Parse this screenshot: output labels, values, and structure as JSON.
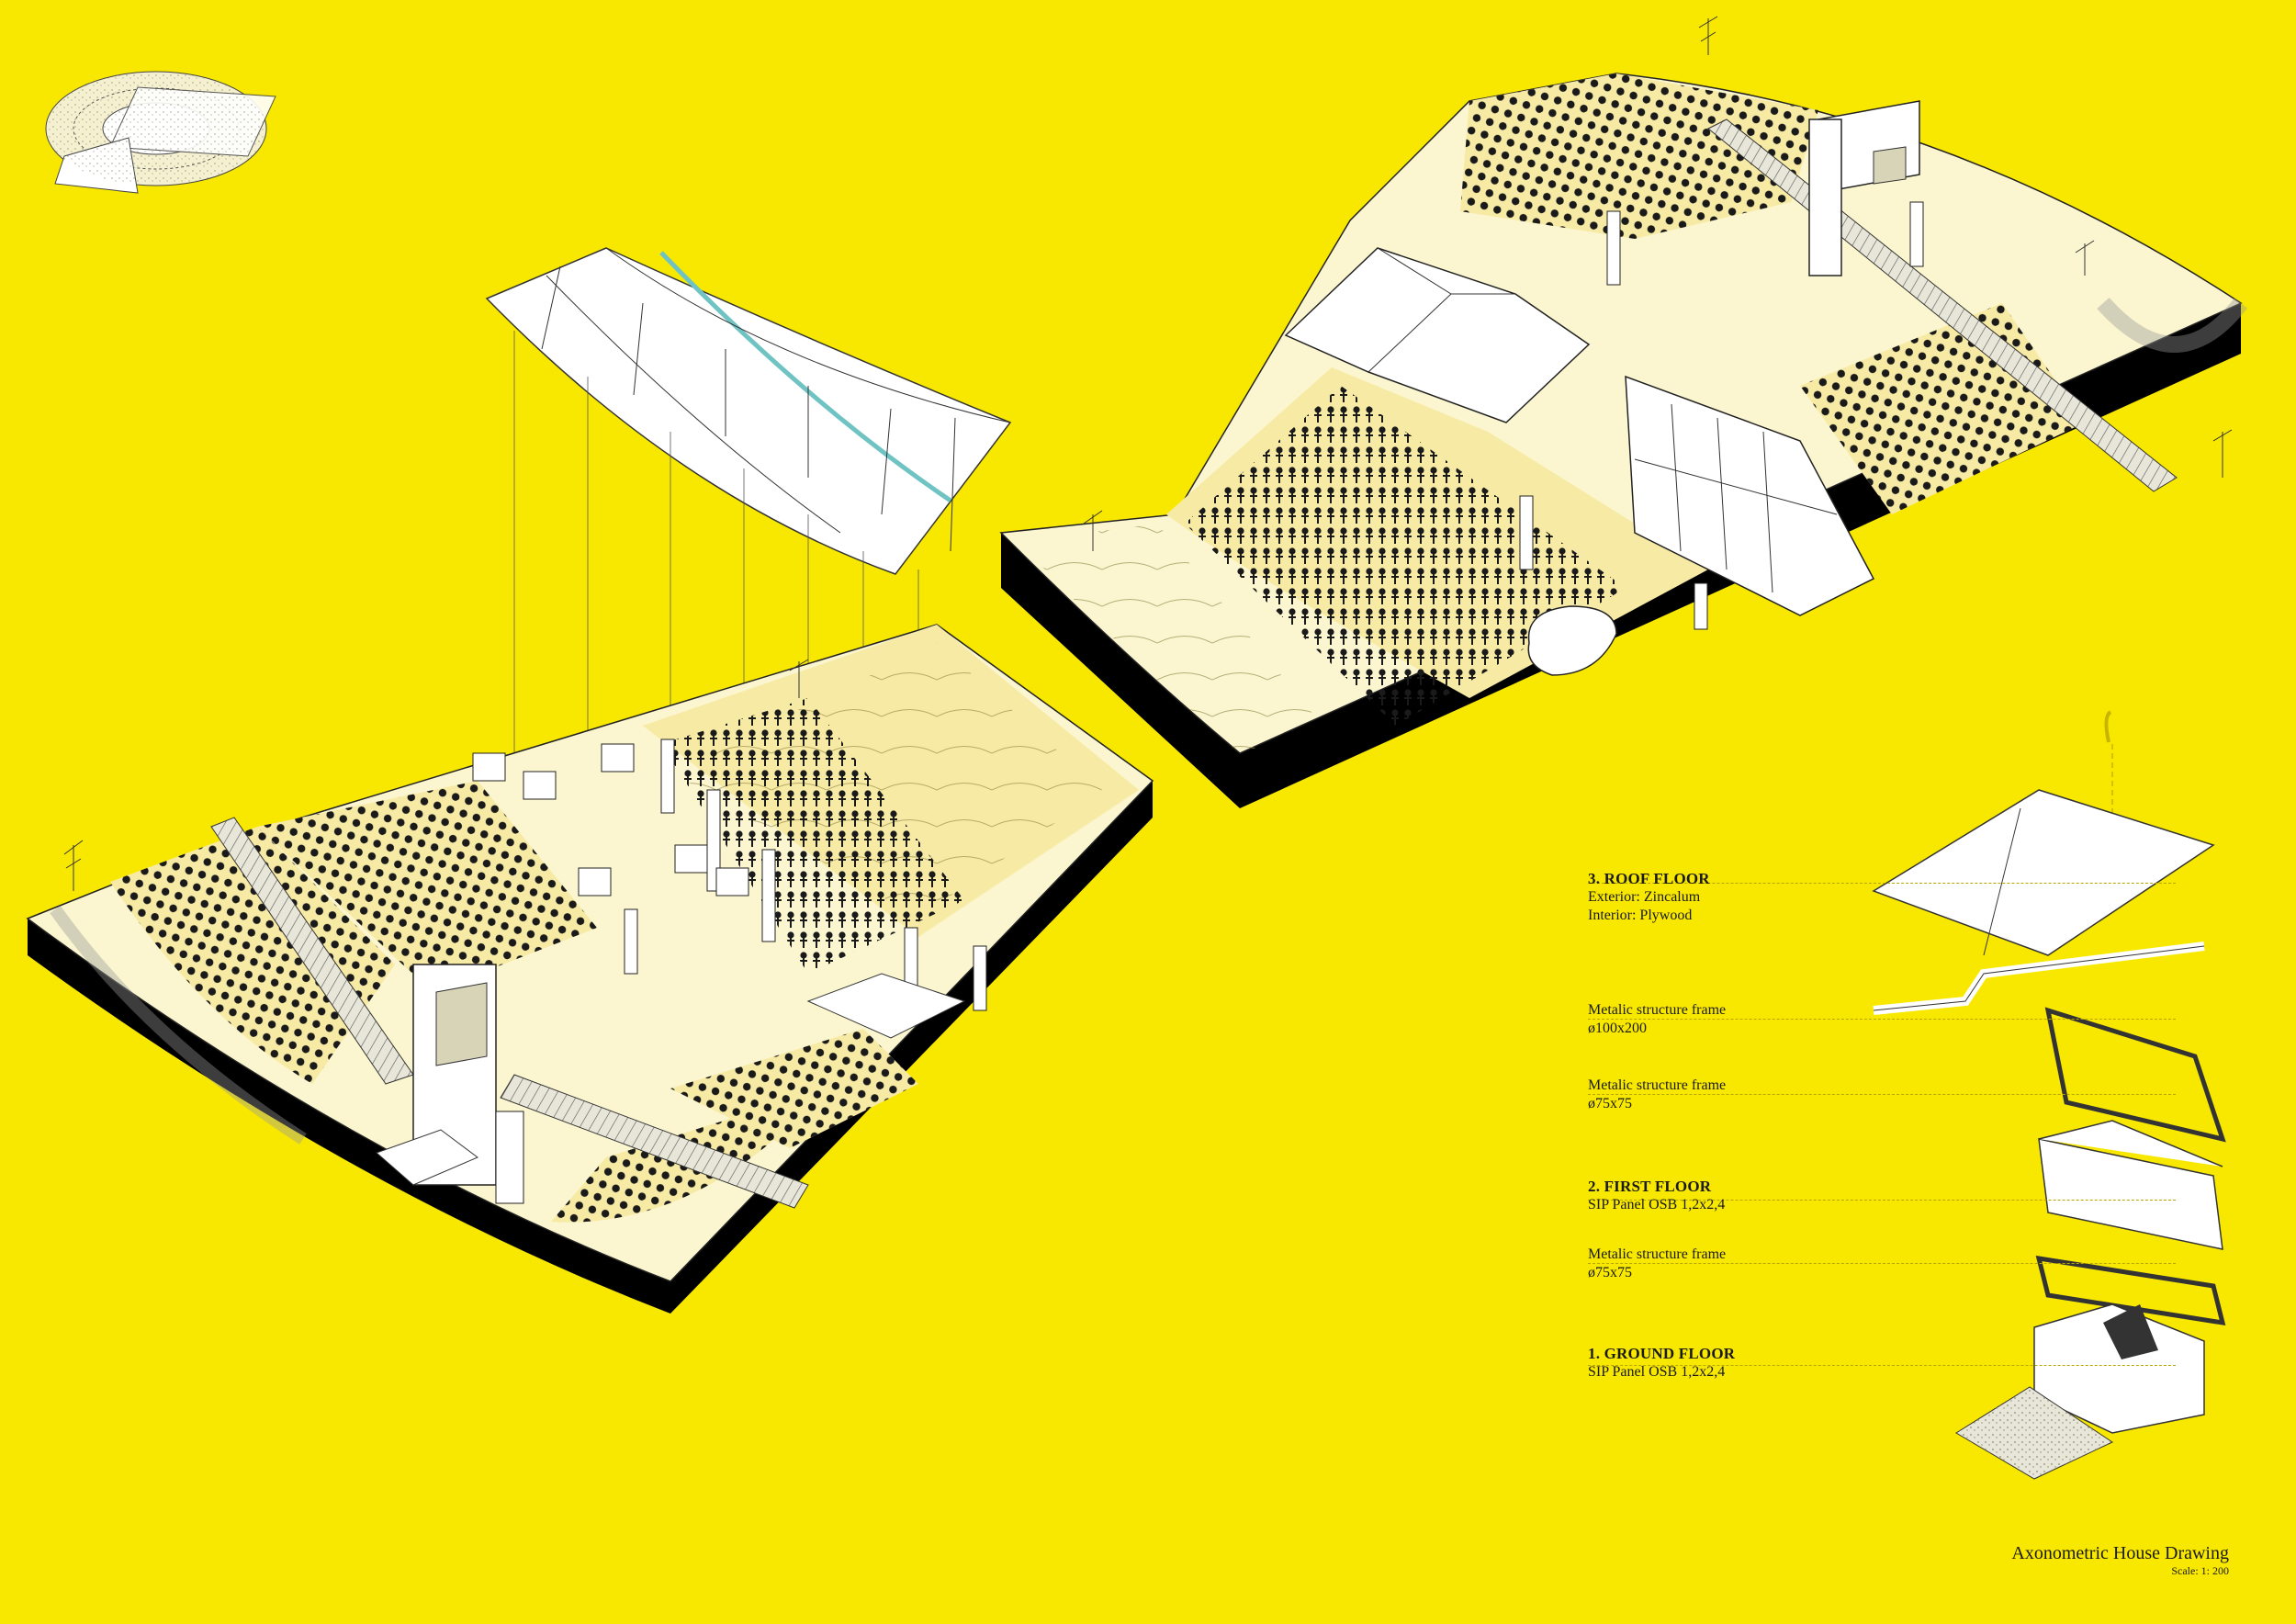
{
  "legend": {
    "roof": {
      "title": "3. ROOF FLOOR",
      "lines": [
        "Exterior: Zincalum",
        "Interior: Plywood"
      ]
    },
    "frame1": {
      "lines": [
        "Metalic structure frame",
        "ø100x200"
      ]
    },
    "frame2": {
      "lines": [
        "Metalic structure frame",
        "ø75x75"
      ]
    },
    "first": {
      "title": "2. FIRST FLOOR",
      "lines": [
        "SIP Panel OSB 1,2x2,4"
      ]
    },
    "frame3": {
      "lines": [
        "Metalic structure frame",
        "ø75x75"
      ]
    },
    "ground": {
      "title": "1. GROUND FLOOR",
      "lines": [
        "SIP Panel OSB 1,2x2,4"
      ]
    }
  },
  "caption": {
    "title": "Axonometric House Drawing",
    "scale": "Scale: 1: 200"
  },
  "colors": {
    "background": "#f8e800",
    "ground": "#fbf6cf",
    "field": "#f7eaa4",
    "section": "#000000",
    "roof_gutter": "#6fc3c3"
  }
}
